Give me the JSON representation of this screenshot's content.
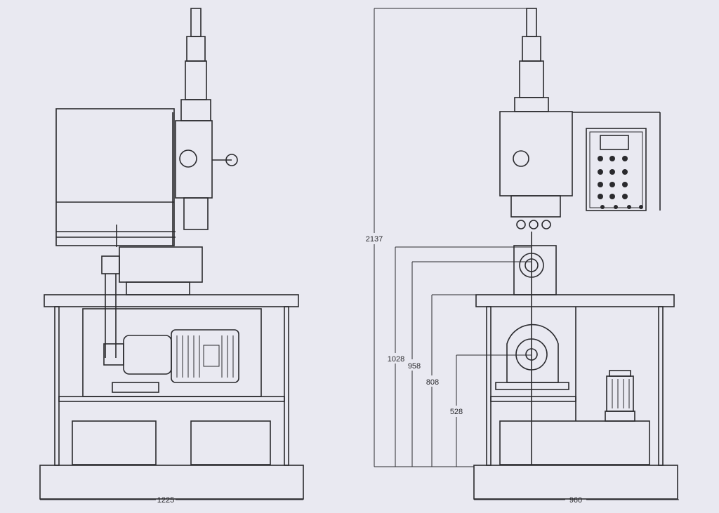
{
  "drawing": {
    "side_view": {
      "width_dimension": "1225"
    },
    "front_view": {
      "width_dimension": "960",
      "height_dimensions": [
        "2137",
        "1028",
        "958",
        "808",
        "528"
      ]
    }
  },
  "colors": {
    "background": "#e9e9f1",
    "line": "#2a2a2e"
  }
}
